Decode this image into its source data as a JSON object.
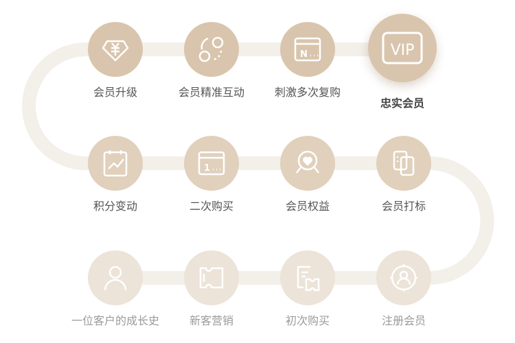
{
  "colors": {
    "track": "#f3efe9",
    "circle_active": "#d9c5ad",
    "circle_mid": "#e0d0bc",
    "circle_faded": "#ece3d9"
  },
  "rows": [
    [
      {
        "label": "会员升级",
        "icon": "diamond-yen-icon"
      },
      {
        "label": "会员精准互动",
        "icon": "interaction-circles-icon"
      },
      {
        "label": "刺激多次复购",
        "icon": "window-n-icon"
      },
      {
        "label": "忠实会员",
        "icon": "vip-icon",
        "vip_text": "VIP"
      }
    ],
    [
      {
        "label": "积分变动",
        "icon": "chart-calendar-icon"
      },
      {
        "label": "二次购买",
        "icon": "window-1-icon",
        "num": "1"
      },
      {
        "label": "会员权益",
        "icon": "heart-badge-icon"
      },
      {
        "label": "会员打标",
        "icon": "tag-cards-icon"
      }
    ],
    [
      {
        "label": "一位客户的成长史",
        "icon": "user-icon"
      },
      {
        "label": "新客营销",
        "icon": "ticket-icon"
      },
      {
        "label": "初次购买",
        "icon": "receipt-ticket-icon"
      },
      {
        "label": "注册会员",
        "icon": "user-target-icon"
      }
    ]
  ],
  "win_n": "N"
}
